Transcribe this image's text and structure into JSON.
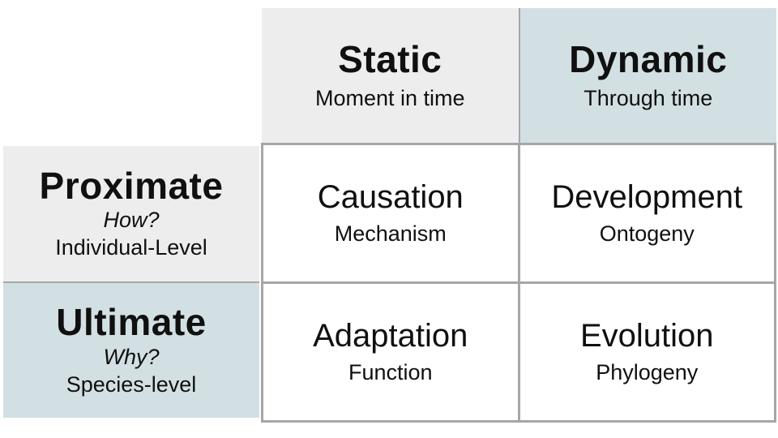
{
  "colors": {
    "header_gray_bg": "#ededed",
    "header_blue_bg": "#d3e0e3",
    "grid_border": "#a6a6a6",
    "text": "#101010",
    "page_bg": "#ffffff"
  },
  "matrix": {
    "col_headers": [
      {
        "title": "Static",
        "subtitle": "Moment in time"
      },
      {
        "title": "Dynamic",
        "subtitle": "Through time"
      }
    ],
    "row_headers": [
      {
        "title": "Proximate",
        "question": "How?",
        "level": "Individual-Level"
      },
      {
        "title": "Ultimate",
        "question": "Why?",
        "level": "Species-level"
      }
    ],
    "cells": [
      {
        "title": "Causation",
        "subtitle": "Mechanism"
      },
      {
        "title": "Development",
        "subtitle": "Ontogeny"
      },
      {
        "title": "Adaptation",
        "subtitle": "Function"
      },
      {
        "title": "Evolution",
        "subtitle": "Phylogeny"
      }
    ]
  }
}
